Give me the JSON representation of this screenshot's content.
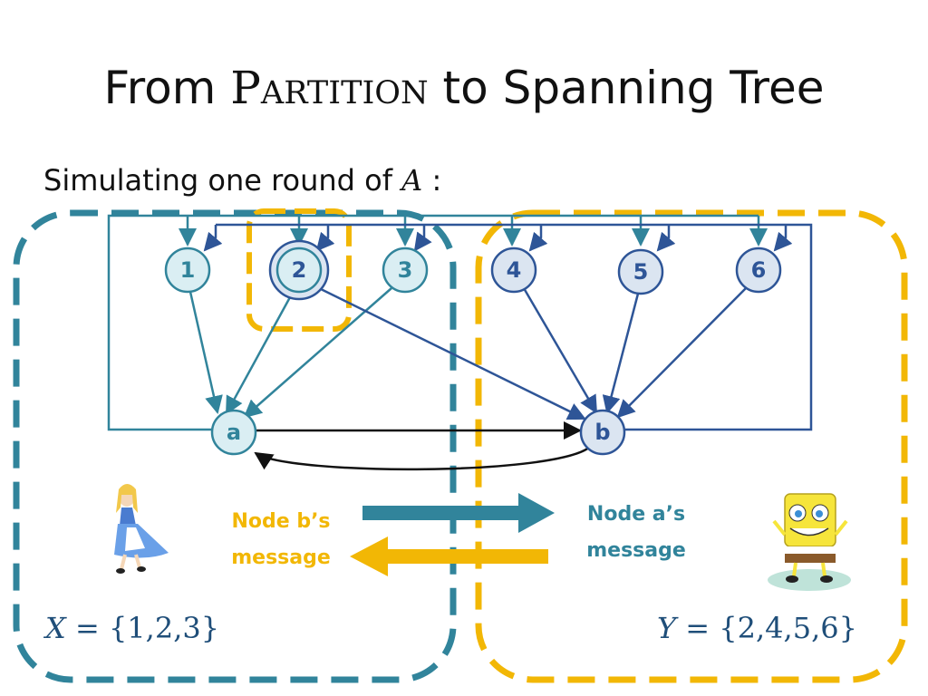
{
  "slide": {
    "title_prefix": "From ",
    "title_smallcaps": "Partition",
    "title_suffix": " to Spanning Tree",
    "subtitle_text": "Simulating one round of ",
    "subtitle_var": "A",
    "subtitle_end": " :"
  },
  "diagram": {
    "nodes": [
      {
        "id": "1",
        "label": "1"
      },
      {
        "id": "2",
        "label": "2"
      },
      {
        "id": "3",
        "label": "3"
      },
      {
        "id": "4",
        "label": "4"
      },
      {
        "id": "5",
        "label": "5"
      },
      {
        "id": "6",
        "label": "6"
      },
      {
        "id": "a",
        "label": "a"
      },
      {
        "id": "b",
        "label": "b"
      }
    ],
    "messages": {
      "left_line1": "Node b’s",
      "left_line2": "message",
      "right_line1": "Node a’s",
      "right_line2": "message"
    },
    "sets": {
      "x_var": "X",
      "x_rest": " = {1,2,3}",
      "y_var": "Y",
      "y_rest": " = {2,4,5,6}"
    },
    "colors": {
      "teal": "#31849b",
      "navy": "#2e5597",
      "gold": "#f2b705",
      "teal_fill": "#daeef3",
      "navy_fill": "#dbe5f1"
    }
  }
}
